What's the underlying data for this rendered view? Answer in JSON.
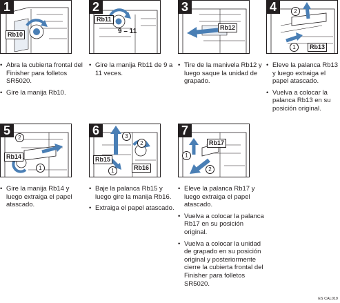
{
  "steps": [
    {
      "number": "1",
      "labels": [
        "Rb10"
      ],
      "extra": "",
      "circles": [],
      "bullets": [
        "Abra la cubierta frontal del Finisher para folletos SR5020.",
        "Gire la manija Rb10."
      ]
    },
    {
      "number": "2",
      "labels": [
        "Rb11"
      ],
      "extra": "9 – 11",
      "circles": [],
      "bullets": [
        "Gire la manija Rb11 de 9 a 11 veces."
      ]
    },
    {
      "number": "3",
      "labels": [
        "Rb12"
      ],
      "extra": "",
      "circles": [],
      "bullets": [
        "Tire de la manivela Rb12  y luego saque la unidad de grapado."
      ]
    },
    {
      "number": "4",
      "labels": [
        "Rb13"
      ],
      "extra": "",
      "circles": [
        "2",
        "1"
      ],
      "bullets": [
        "Eleve la palanca Rb13 y luego extraiga el papel atascado.",
        "Vuelva a colocar la palanca Rb13 en su posición original."
      ]
    },
    {
      "number": "5",
      "labels": [
        "Rb14"
      ],
      "extra": "",
      "circles": [
        "2",
        "1"
      ],
      "bullets": [
        "Gire la manija Rb14 y luego extraiga el papel atascado."
      ]
    },
    {
      "number": "6",
      "labels": [
        "Rb15",
        "Rb16"
      ],
      "extra": "",
      "circles": [
        "1",
        "3",
        "2"
      ],
      "bullets": [
        "Baje la palanca Rb15 y luego gire la manija Rb16.",
        "Extraiga el papel atascado."
      ]
    },
    {
      "number": "7",
      "labels": [
        "Rb17"
      ],
      "extra": "",
      "circles": [
        "1",
        "2"
      ],
      "bullets": [
        "Eleve la palanca Rb17 y luego extraiga el papel atascado.",
        "Vuelva a colocar la palanca Rb17 en su posición original.",
        "Vuelva a colocar la unidad de grapado en su posición original y posteriormente cierre la cubierta frontal del Finisher para folletos SR5020."
      ]
    }
  ],
  "figure_code": "ES CAL019",
  "colors": {
    "accent_blue": "#4a7fb5",
    "line": "#231f20"
  }
}
